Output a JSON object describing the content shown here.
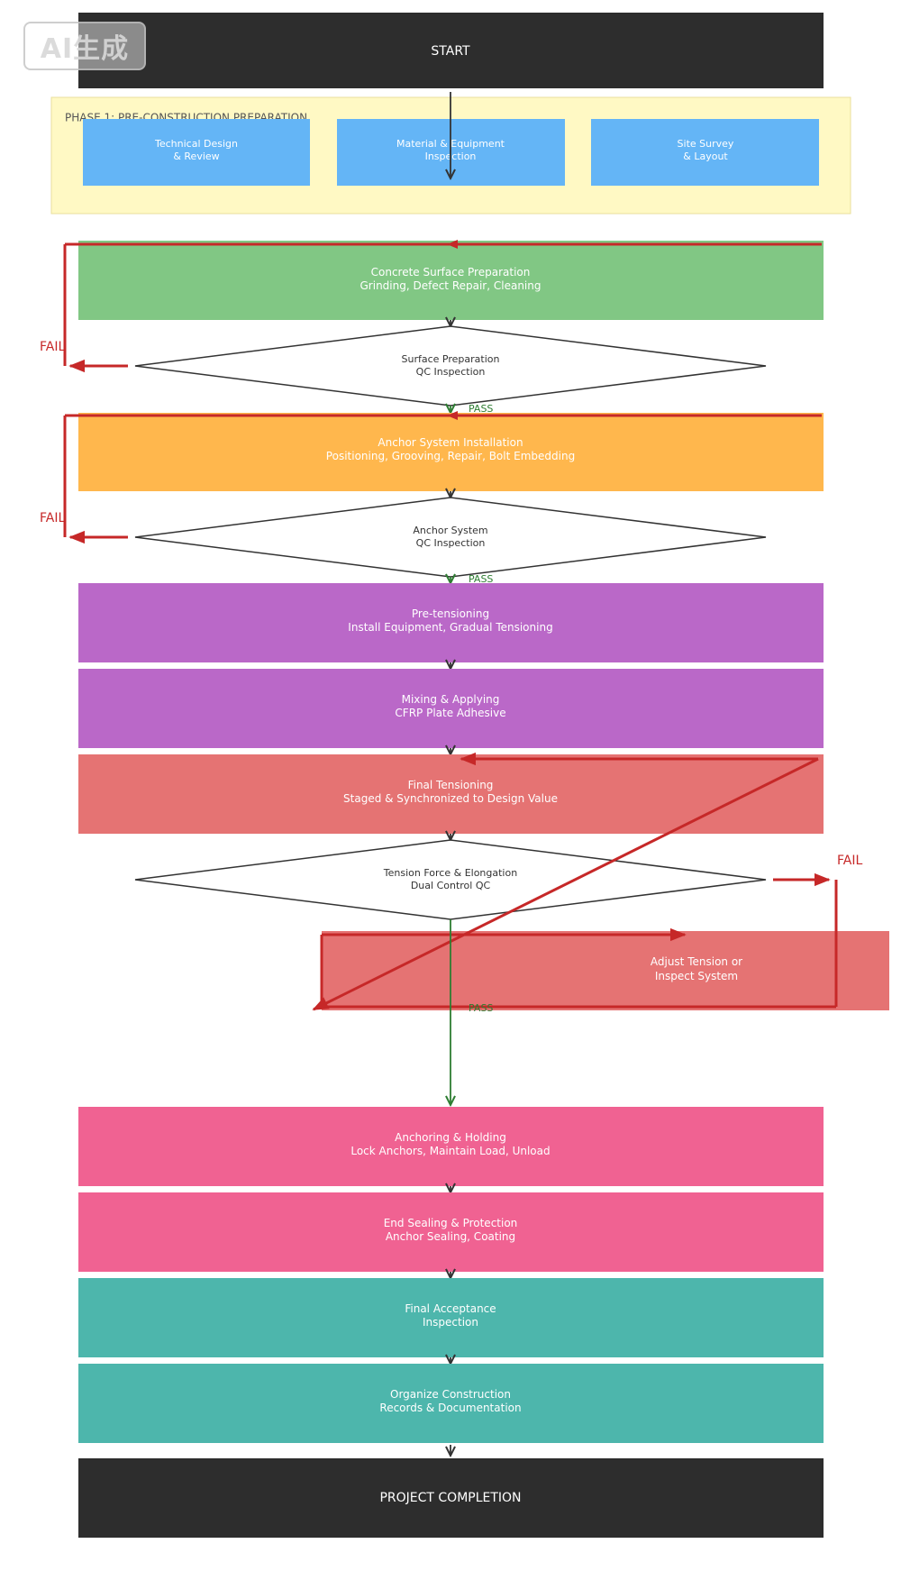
{
  "watermark": "AI生成",
  "colors": {
    "dark": "#2d2d2d",
    "phase_bg": "#fff9c4",
    "phase_border": "#e8df9c",
    "blue": "#64b5f6",
    "green": "#81c784",
    "orange": "#ffb74d",
    "purple": "#ba68c8",
    "salmon": "#e57373",
    "pink": "#f06292",
    "teal": "#4db6ac",
    "fail": "#c62828",
    "pass": "#2e7d32",
    "arrow": "#333333"
  },
  "start": {
    "label": "START"
  },
  "phase1": {
    "title": "PHASE 1: PRE-CONSTRUCTION PREPARATION",
    "tasks": [
      {
        "line1": "Technical Design",
        "line2": "& Review"
      },
      {
        "line1": "Material & Equipment",
        "line2": "Inspection"
      },
      {
        "line1": "Site Survey",
        "line2": "& Layout"
      }
    ]
  },
  "steps": {
    "surface_prep": {
      "line1": "Concrete Surface Preparation",
      "line2": "Grinding, Defect Repair, Cleaning"
    },
    "surface_qc": {
      "line1": "Surface Preparation",
      "line2": "QC Inspection"
    },
    "anchor_install": {
      "line1": "Anchor System Installation",
      "line2": "Positioning, Grooving, Repair, Bolt Embedding"
    },
    "anchor_qc": {
      "line1": "Anchor System",
      "line2": "QC Inspection"
    },
    "pretension": {
      "line1": "Pre-tensioning",
      "line2": "Install Equipment, Gradual Tensioning"
    },
    "mixing": {
      "line1": "Mixing & Applying",
      "line2": "CFRP Plate Adhesive"
    },
    "final_tension": {
      "line1": "Final Tensioning",
      "line2": "Staged & Synchronized to Design Value"
    },
    "tension_qc": {
      "line1": "Tension Force & Elongation",
      "line2": "Dual Control QC"
    },
    "adjust": {
      "line1": "Adjust Tension or",
      "line2": "Inspect System"
    },
    "anchoring": {
      "line1": "Anchoring & Holding",
      "line2": "Lock Anchors, Maintain Load, Unload"
    },
    "end_sealing": {
      "line1": "End Sealing & Protection",
      "line2": "Anchor Sealing, Coating"
    },
    "acceptance": {
      "line1": "Final Acceptance",
      "line2": "Inspection"
    },
    "records": {
      "line1": "Organize Construction",
      "line2": "Records & Documentation"
    }
  },
  "labels": {
    "fail_1": "FAIL",
    "pass_1": "PASS",
    "fail_2": "FAIL",
    "pass_2": "PASS",
    "fail_3": "FAIL",
    "pass_3": "PASS"
  },
  "end": {
    "label": "PROJECT COMPLETION"
  }
}
